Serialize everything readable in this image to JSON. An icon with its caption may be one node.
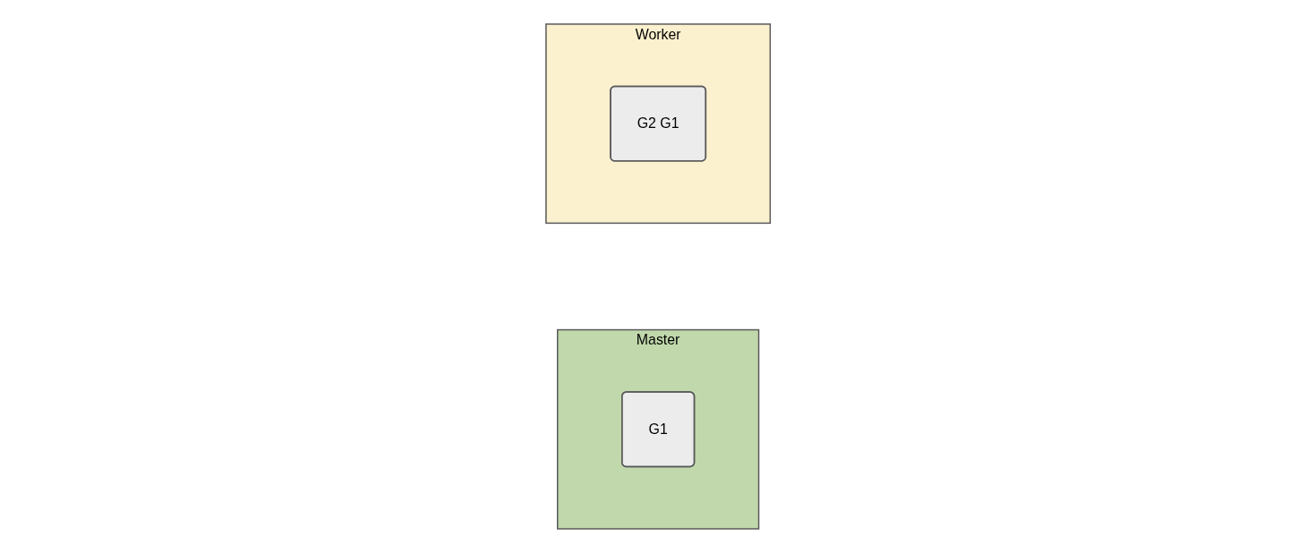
{
  "diagram": {
    "nodes": [
      {
        "text": [
          "Master"
        ]
      },
      {
        "text": [
          "G1"
        ],
        "in": 0
      },
      {
        "text": [
          "Worker"
        ]
      },
      {
        "text": [
          "G2 G1"
        ],
        "in": 2
      }
    ]
  }
}
